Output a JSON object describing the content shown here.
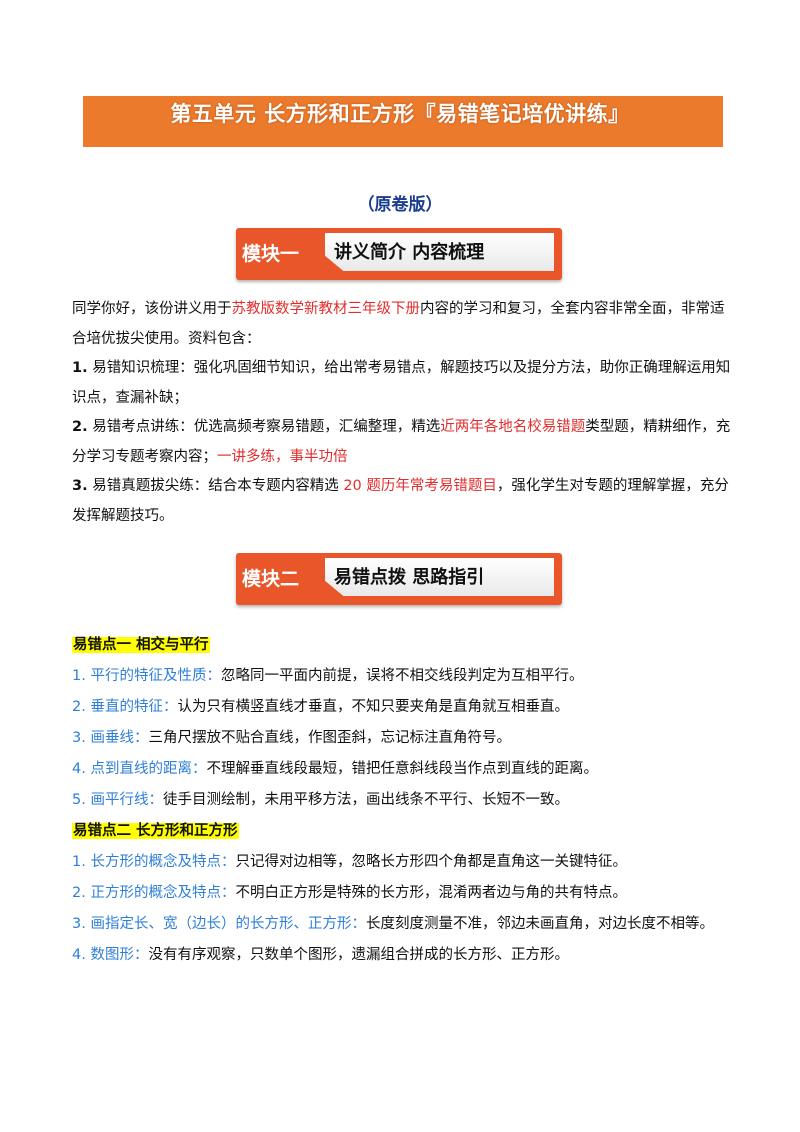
{
  "banner": {
    "title": "第五单元 长方形和正方形『易错笔记培优讲练』"
  },
  "edition": "（原卷版）",
  "module1": {
    "tag": "模块一",
    "heading": "讲义简介 内容梳理"
  },
  "module2": {
    "tag": "模块二",
    "heading": "易错点拨 思路指引"
  },
  "intro": {
    "p1_a": "同学你好，该份讲义用于",
    "p1_red": "苏教版数学新教材三年级下册",
    "p1_b": "内容的学习和复习，全套内容非常全面，非常适合培优拔尖使用。资料包含：",
    "i1_num": "1.",
    "i1_text": " 易错知识梳理：强化巩固细节知识，给出常考易错点，解题技巧以及提分方法，助你正确理解运用知识点，查漏补缺；",
    "i2_num": "2.",
    "i2_a": " 易错考点讲练：优选高频考察易错题，汇编整理，精选",
    "i2_red": "近两年各地名校易错题",
    "i2_b": "类型题，精耕细作，充分学习专题考察内容；",
    "i2_red2": "一讲多练，事半功倍",
    "i3_num": "3.",
    "i3_a": " 易错真题拔尖练：结合本专题内容精选 ",
    "i3_red": "20 题历年常考易错题目",
    "i3_b": "，强化学生对专题的理解掌握，充分发挥解题技巧。"
  },
  "section1": {
    "title": "易错点一 相交与平行",
    "items": [
      {
        "num": "1.",
        "key": "平行的特征及性质：",
        "text": "忽略同一平面内前提，误将不相交线段判定为互相平行。"
      },
      {
        "num": "2.",
        "key": "垂直的特征：",
        "text": "认为只有横竖直线才垂直，不知只要夹角是直角就互相垂直。"
      },
      {
        "num": "3.",
        "key": "画垂线：",
        "text": "三角尺摆放不贴合直线，作图歪斜，忘记标注直角符号。"
      },
      {
        "num": "4.",
        "key": "点到直线的距离：",
        "text": "不理解垂直线段最短，错把任意斜线段当作点到直线的距离。"
      },
      {
        "num": "5.",
        "key": "画平行线：",
        "text": "徒手目测绘制，未用平移方法，画出线条不平行、长短不一致。"
      }
    ]
  },
  "section2": {
    "title": "易错点二 长方形和正方形",
    "items": [
      {
        "num": "1.",
        "key": "长方形的概念及特点：",
        "text": "只记得对边相等，忽略长方形四个角都是直角这一关键特征。"
      },
      {
        "num": "2.",
        "key": "正方形的概念及特点：",
        "text": "不明白正方形是特殊的长方形，混淆两者边与角的共有特点。"
      },
      {
        "num": "3.",
        "key": "画指定长、宽（边长）的长方形、正方形：",
        "text": "长度刻度测量不准，邻边未画直角，对边长度不相等。"
      },
      {
        "num": "4.",
        "key": "数图形：",
        "text": "没有有序观察，只数单个图形，遗漏组合拼成的长方形、正方形。"
      }
    ]
  }
}
